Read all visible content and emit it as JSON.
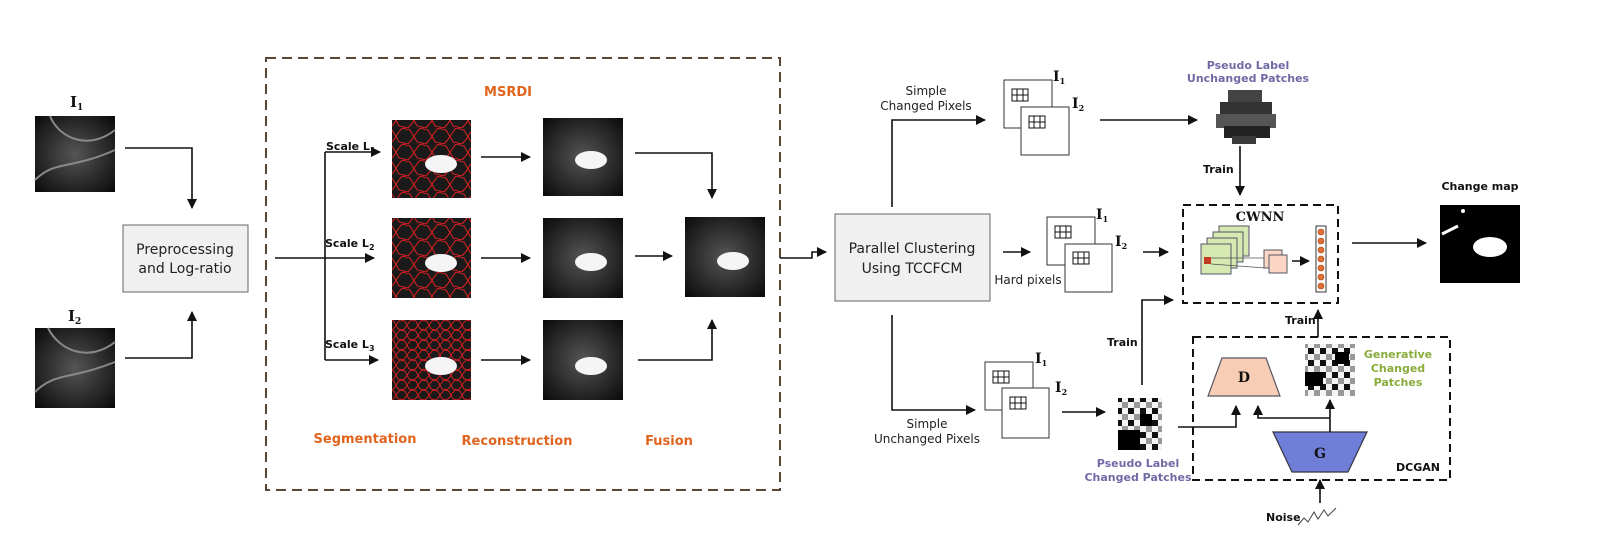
{
  "inputs": {
    "i1": "I",
    "i1_sub": "1",
    "i2": "I",
    "i2_sub": "2"
  },
  "preprocessing": {
    "line1": "Preprocessing",
    "line2": "and Log-ratio"
  },
  "msrdi": {
    "title": "MSRDI",
    "scales": [
      {
        "label": "Scale L",
        "sub": "1"
      },
      {
        "label": "Scale L",
        "sub": "2"
      },
      {
        "label": "Scale L",
        "sub": "3"
      }
    ],
    "stages": [
      "Segmentation",
      "Reconstruction",
      "Fusion"
    ]
  },
  "clustering": {
    "line1": "Parallel Clustering",
    "line2": "Using TCCFCM"
  },
  "branches": {
    "changed_line1": "Simple",
    "changed_line2": "Changed Pixels",
    "hard": "Hard pixels",
    "unchanged_line1": "Simple",
    "unchanged_line2": "Unchanged Pixels"
  },
  "patch_labels": {
    "i": "I",
    "sub1": "1",
    "sub2": "2"
  },
  "pseudo_unchanged": {
    "line1": "Pseudo Label",
    "line2": "Unchanged Patches"
  },
  "pseudo_changed": {
    "line1": "Pseudo Label",
    "line2": "Changed Patches"
  },
  "train_label": "Train",
  "cwnn": "CWNN",
  "change_map": "Change map",
  "dcgan": {
    "title": "DCGAN",
    "d": "D",
    "g": "G",
    "noise": "Noise",
    "gen_line1": "Generative",
    "gen_line2": "Changed",
    "gen_line3": "Patches"
  },
  "colors": {
    "accent_orange": "#e0641e",
    "label_purple": "#6f6aa6",
    "label_green": "#8aac3c",
    "discriminator_fill": "#f7cdb6",
    "generator_fill": "#6f7fd8",
    "cwnn_fill": "#d7e9b2",
    "segmentation_red": "#e02020"
  }
}
